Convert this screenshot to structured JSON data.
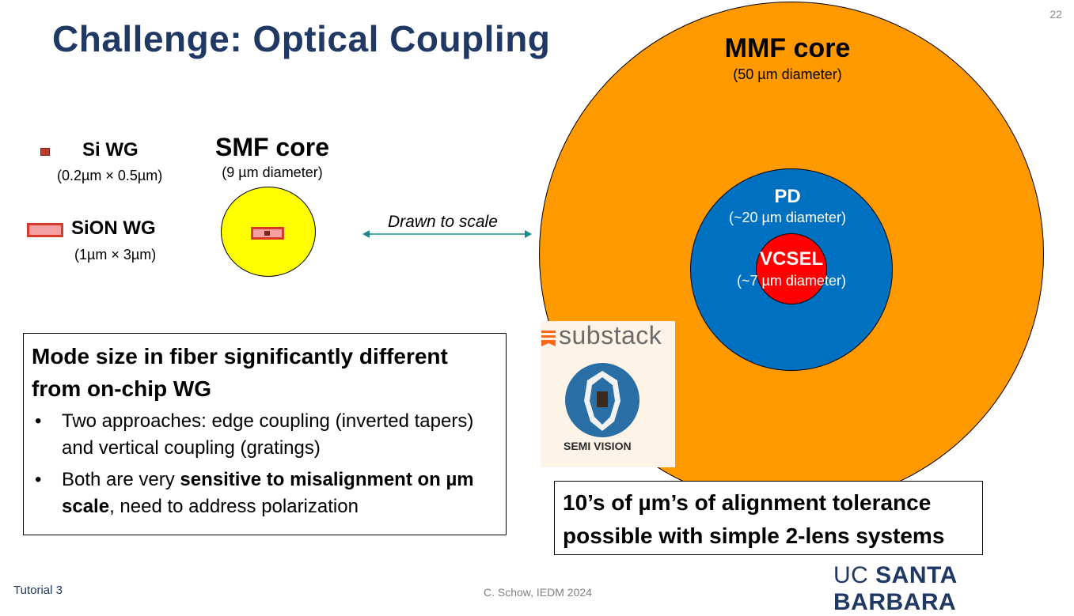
{
  "slide": {
    "title": "Challenge: Optical Coupling",
    "page_number": "22"
  },
  "mmf": {
    "title": "MMF core",
    "subtitle": "(50 µm diameter)",
    "color": "#ff9900"
  },
  "pd": {
    "title": "PD",
    "subtitle": "(~20 µm diameter)",
    "color": "#0070c0"
  },
  "vcsel": {
    "title": "VCSEL",
    "subtitle": "(~7 µm diameter)",
    "color": "#ff0000"
  },
  "smf": {
    "title": "SMF core",
    "subtitle": "(9 µm diameter)",
    "color": "#ffff00"
  },
  "si_wg": {
    "title": "Si WG",
    "subtitle": "(0.2µm × 0.5µm)"
  },
  "sion_wg": {
    "title": "SiON WG",
    "subtitle": "(1µm × 3µm)"
  },
  "scale_arrow": {
    "label": "Drawn to scale",
    "color": "#1f8a8a"
  },
  "mode_box": {
    "heading": "Mode size in fiber significantly different from on-chip WG",
    "bullet1": "Two approaches: edge coupling (inverted tapers) and vertical coupling (gratings)",
    "bullet2_pre": "Both are very ",
    "bullet2_bold": "sensitive to misalignment on µm scale",
    "bullet2_post": ", need to address polarization"
  },
  "tolerance_box": {
    "text": "10’s of µm’s of alignment tolerance possible with simple 2-lens systems"
  },
  "watermark": {
    "brand": "substack",
    "logo_text": "SEMI VISION"
  },
  "footer": {
    "left": "Tutorial 3",
    "center": "C. Schow, IEDM 2024",
    "right_light": "UC ",
    "right_bold": "SANTA BARBARA"
  }
}
